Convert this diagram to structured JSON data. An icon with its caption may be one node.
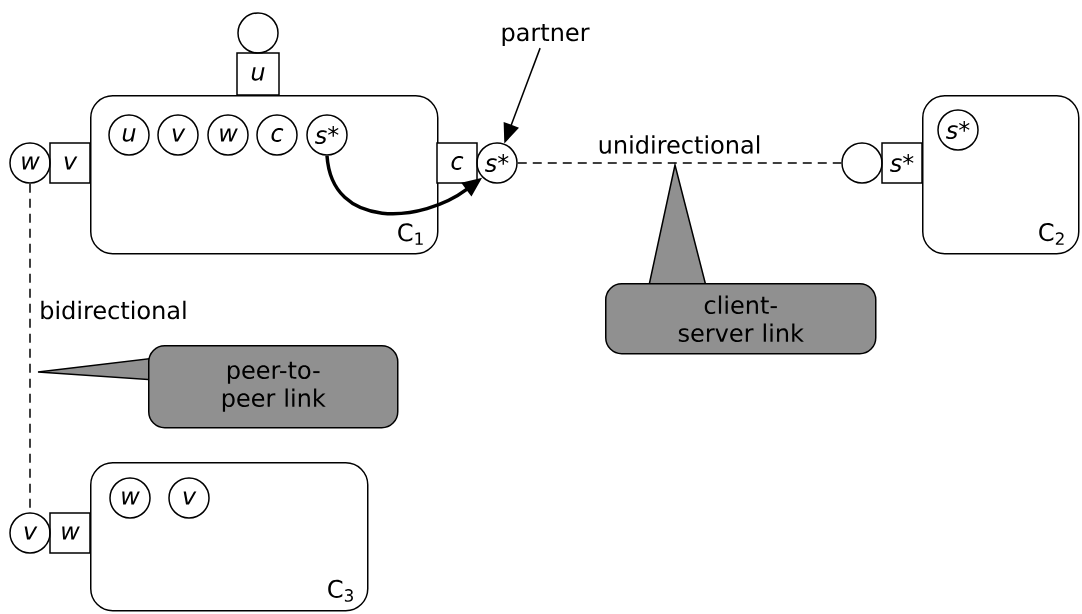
{
  "diagram": {
    "nodes": [
      {
        "text": [
          "C$_{1}$"
        ]
      },
      {
        "text": [
          "u"
        ],
        "in": 0
      },
      {
        "text": [
          "v"
        ],
        "in": 0
      },
      {
        "text": [
          "w"
        ],
        "in": 0
      },
      {
        "text": [
          "c"
        ],
        "in": 0
      },
      {
        "text": [
          "s*"
        ],
        "in": 0
      },
      {
        "text": [
          "u"
        ]
      },
      {
        "text": [],
        "shape": "circle"
      },
      {
        "text": [
          "v"
        ]
      },
      {
        "text": [
          "w"
        ]
      },
      {
        "text": [
          "c"
        ]
      },
      {
        "text": [
          "s*"
        ]
      },
      {
        "text": [
          "partner"
        ]
      },
      {
        "text": [
          "client-server link"
        ]
      },
      {
        "text": [
          "C$_{2}$"
        ]
      },
      {
        "text": [
          "s*"
        ],
        "in": 14
      },
      {
        "text": [
          "s*"
        ]
      },
      {
        "text": [],
        "shape": "circle"
      },
      {
        "text": [
          "peer-to-peer link"
        ]
      },
      {
        "text": [
          "C$_{3}$"
        ]
      },
      {
        "text": [
          "w"
        ],
        "in": 19
      },
      {
        "text": [
          "v"
        ],
        "in": 19
      },
      {
        "text": [
          "w"
        ]
      },
      {
        "text": [
          "v"
        ]
      }
    ],
    "edges": [
      {
        "from": 5,
        "to": 11,
        "arrow": "to",
        "style": "thick"
      },
      {
        "from": 12,
        "to": 11,
        "arrow": "to"
      },
      {
        "from": 11,
        "to": 17,
        "arrow": "none",
        "style": "dashed",
        "label": "unidirectional"
      },
      {
        "from": 9,
        "to": 23,
        "arrow": "none",
        "style": "dashed",
        "label": "bidirectional"
      }
    ]
  }
}
